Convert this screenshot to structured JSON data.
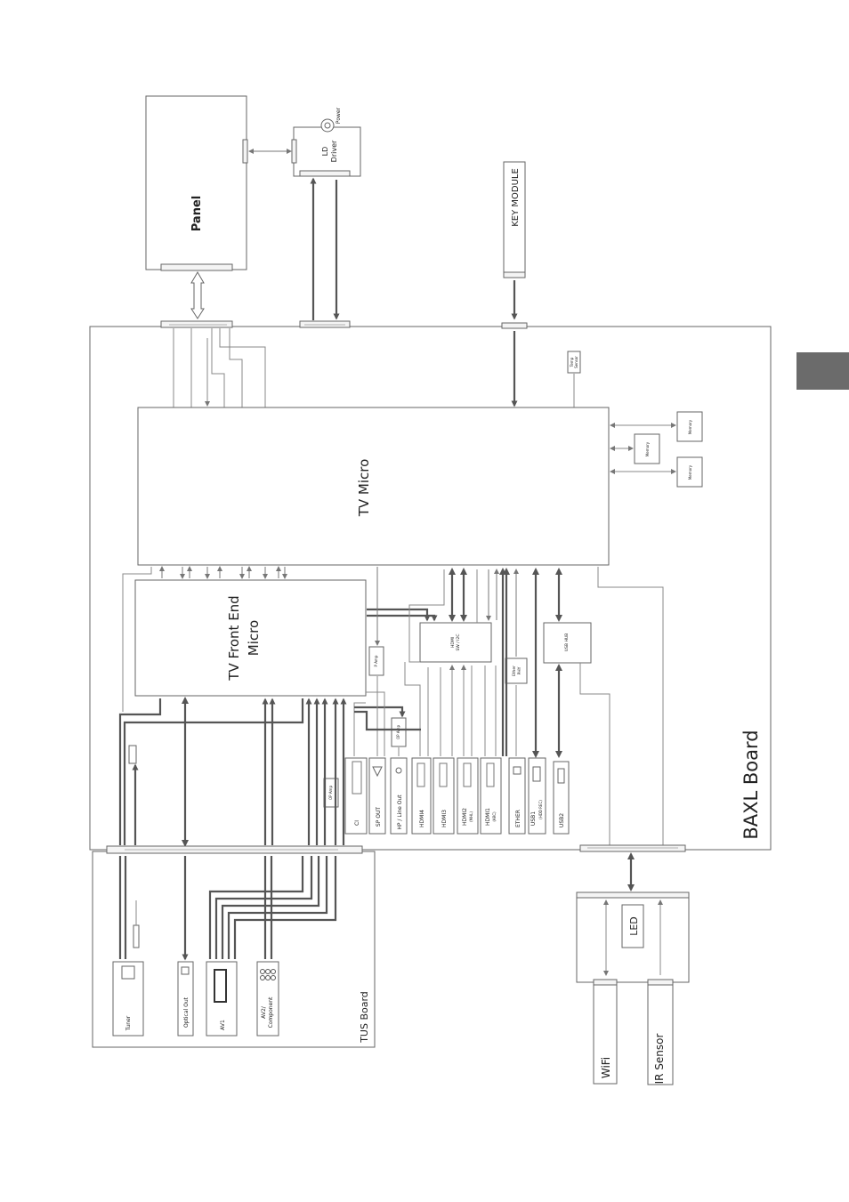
{
  "labels": {
    "panel": "Panel",
    "power": "Power",
    "ld_driver_1": "LD",
    "ld_driver_2": "Driver",
    "key_module": "KEY MODULE",
    "temp_sensor_1": "Temp",
    "temp_sensor_2": "Sensor",
    "tv_micro": "TV Micro",
    "tv_front_end_1": "TV Front End",
    "tv_front_end_2": "Micro",
    "memory_1": "Memory",
    "memory_2": "Memory",
    "memory_3": "Memory",
    "hdmi_sw_1": "HDMI",
    "hdmi_sw_2": "SW / I2C",
    "usb_hub": "USB HUB",
    "ether_phy_1": "Ether",
    "ether_phy_2": "PHY",
    "p_amp": "P Amp",
    "op_amp_1": "OP Amp",
    "op_amp_2": "OP Amp",
    "baxl_board": "BAXL Board",
    "tus_board": "TUS Board",
    "ci": "CI",
    "sp_out": "SP OUT",
    "hp_line_out": "HP / Line Out",
    "hdmi4": "HDMI4",
    "hdmi3": "HDMI3",
    "hdmi2": "HDMI2",
    "hdmi2_sub": "(MHL)",
    "hdmi1": "HDMI1",
    "hdmi1_sub": "(ARC)",
    "ether": "ETHER",
    "usb1": "USB1",
    "usb1_sub": "(HDD REC)",
    "usb2": "USB2",
    "tuner": "Tuner",
    "optical_out": "Optical Out",
    "av1": "AV1",
    "av2_1": "AV2/",
    "av2_2": "Component",
    "led": "LED",
    "wifi": "WiFi",
    "ir_sensor": "IR Sensor"
  },
  "colors": {
    "line": "#555555",
    "box_stroke": "#666666",
    "tab_marker": "#6b6b6b"
  }
}
